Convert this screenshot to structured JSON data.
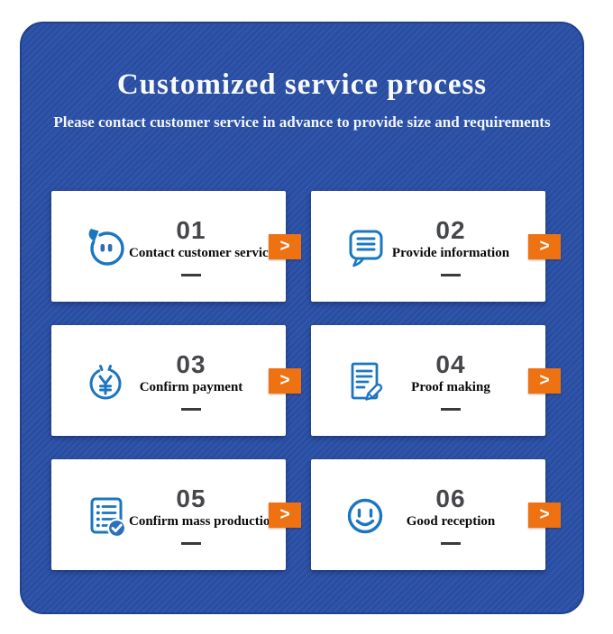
{
  "header": {
    "title": "Customized service process",
    "subtitle": "Please contact customer service in advance to provide size and requirements"
  },
  "steps": [
    {
      "number": "01",
      "label": "Contact customer service",
      "icon": "chat-bubble-smiley-icon"
    },
    {
      "number": "02",
      "label": "Provide information",
      "icon": "message-lines-icon"
    },
    {
      "number": "03",
      "label": "Confirm payment",
      "icon": "yuan-coin-icon"
    },
    {
      "number": "04",
      "label": "Proof making",
      "icon": "document-pencil-icon"
    },
    {
      "number": "05",
      "label": "Confirm mass production",
      "icon": "checklist-check-icon"
    },
    {
      "number": "06",
      "label": "Good reception",
      "icon": "smiley-face-icon"
    }
  ],
  "arrow": {
    "glyph": ">"
  },
  "colors": {
    "panel_blue": "#2c52a8",
    "panel_border": "#1f418e",
    "card_white": "#ffffff",
    "accent_orange": "#ee7212",
    "icon_blue": "#1b76c2",
    "number_gray": "#46474b"
  }
}
